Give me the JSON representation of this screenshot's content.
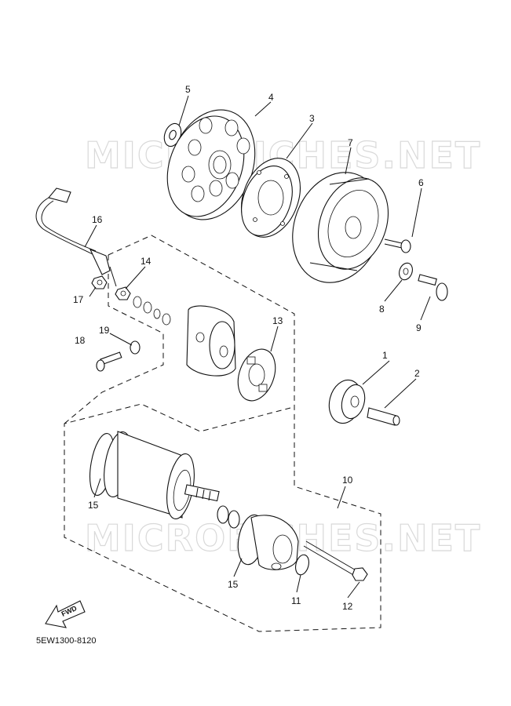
{
  "watermark": {
    "text": "MICROFICHES.NET"
  },
  "callouts": [
    "1",
    "2",
    "3",
    "4",
    "5",
    "6",
    "7",
    "8",
    "9",
    "10",
    "11",
    "12",
    "13",
    "14",
    "15",
    "15",
    "16",
    "17",
    "18",
    "19"
  ],
  "direction_arrow": {
    "label": "FWD",
    "icon": "forward-arrow-icon"
  },
  "diagram_code": "5EW1300-8120"
}
